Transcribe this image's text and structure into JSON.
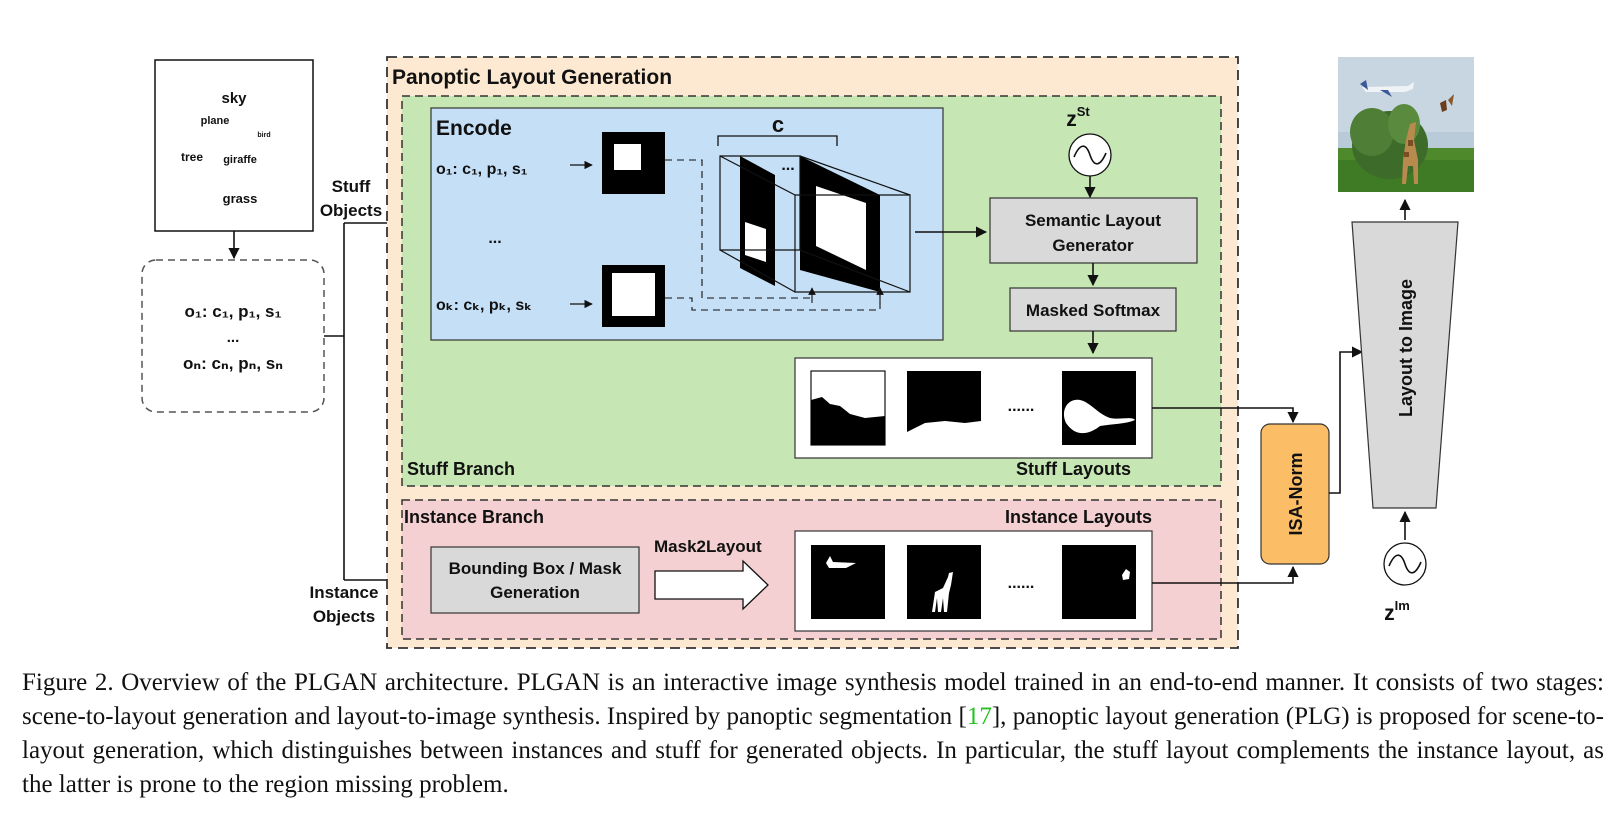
{
  "scene": {
    "words": [
      "sky",
      "plane",
      "bird",
      "tree",
      "giraffe",
      "grass"
    ]
  },
  "object_list": {
    "line1": "o₁: c₁, p₁, s₁",
    "dots": "...",
    "line2": "oₙ: cₙ, pₙ, sₙ"
  },
  "inputs": {
    "stuff_line1": "Stuff",
    "stuff_line2": "Objects",
    "instance_line1": "Instance",
    "instance_line2": "Objects"
  },
  "plg": {
    "title": "Panoptic Layout Generation",
    "stuff_branch": {
      "label": "Stuff Branch",
      "encode_title": "Encode",
      "row1": "o₁: c₁, p₁, s₁",
      "row_dots": "...",
      "rowk": "oₖ: cₖ, pₖ, sₖ",
      "c_label": "c",
      "volume_dots": "...",
      "noise_label": "z",
      "noise_sup": "St",
      "generator_line1": "Semantic Layout",
      "generator_line2": "Generator",
      "softmax": "Masked Softmax",
      "layouts_label": "Stuff Layouts",
      "layouts_dots": "......"
    },
    "instance_branch": {
      "label": "Instance Branch",
      "bbox_line1": "Bounding Box / Mask",
      "bbox_line2": "Generation",
      "mask2layout": "Mask2Layout",
      "layouts_label": "Instance Layouts",
      "layouts_dots": "......"
    }
  },
  "isa_norm": "ISA-Norm",
  "layout_to_image": "Layout to Image",
  "image_noise": {
    "label": "z",
    "sup": "Im"
  },
  "caption": {
    "part1": "Figure 2.  Overview of the PLGAN architecture.  PLGAN is an interactive image synthesis model trained in an end-to-end manner.  It consists of two stages: scene-to-layout generation and layout-to-image synthesis. Inspired by panoptic segmentation [",
    "ref": "17",
    "part2": "], panoptic layout generation (PLG) is proposed for scene-to-layout generation, which distinguishes between instances and stuff for generated objects.  In particular, the stuff layout complements the instance layout, as the latter is prone to the region missing problem."
  },
  "colors": {
    "plg_fill": "#fde9d1",
    "stuff_fill": "#c6e6b4",
    "encode_fill": "#c5dff6",
    "instance_fill": "#f5d0d2",
    "isa_fill": "#fbbd66",
    "box_fill": "#d9d9d9"
  }
}
